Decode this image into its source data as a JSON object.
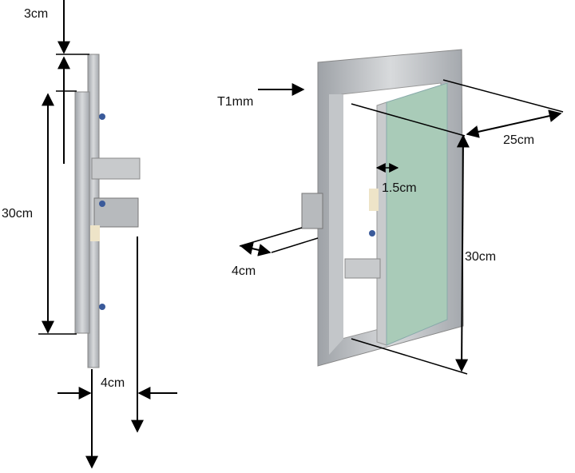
{
  "side_view": {
    "labels": {
      "top_offset": "3cm",
      "height": "30cm",
      "depth": "4cm"
    }
  },
  "perspective_view": {
    "labels": {
      "thickness": "T1mm",
      "width": "25cm",
      "gap": "1.5cm",
      "depth": "4cm",
      "height": "30cm"
    }
  },
  "colors": {
    "aluminum": "#b9bcc0",
    "board": "#a9cbb8",
    "arrow": "#000000"
  }
}
